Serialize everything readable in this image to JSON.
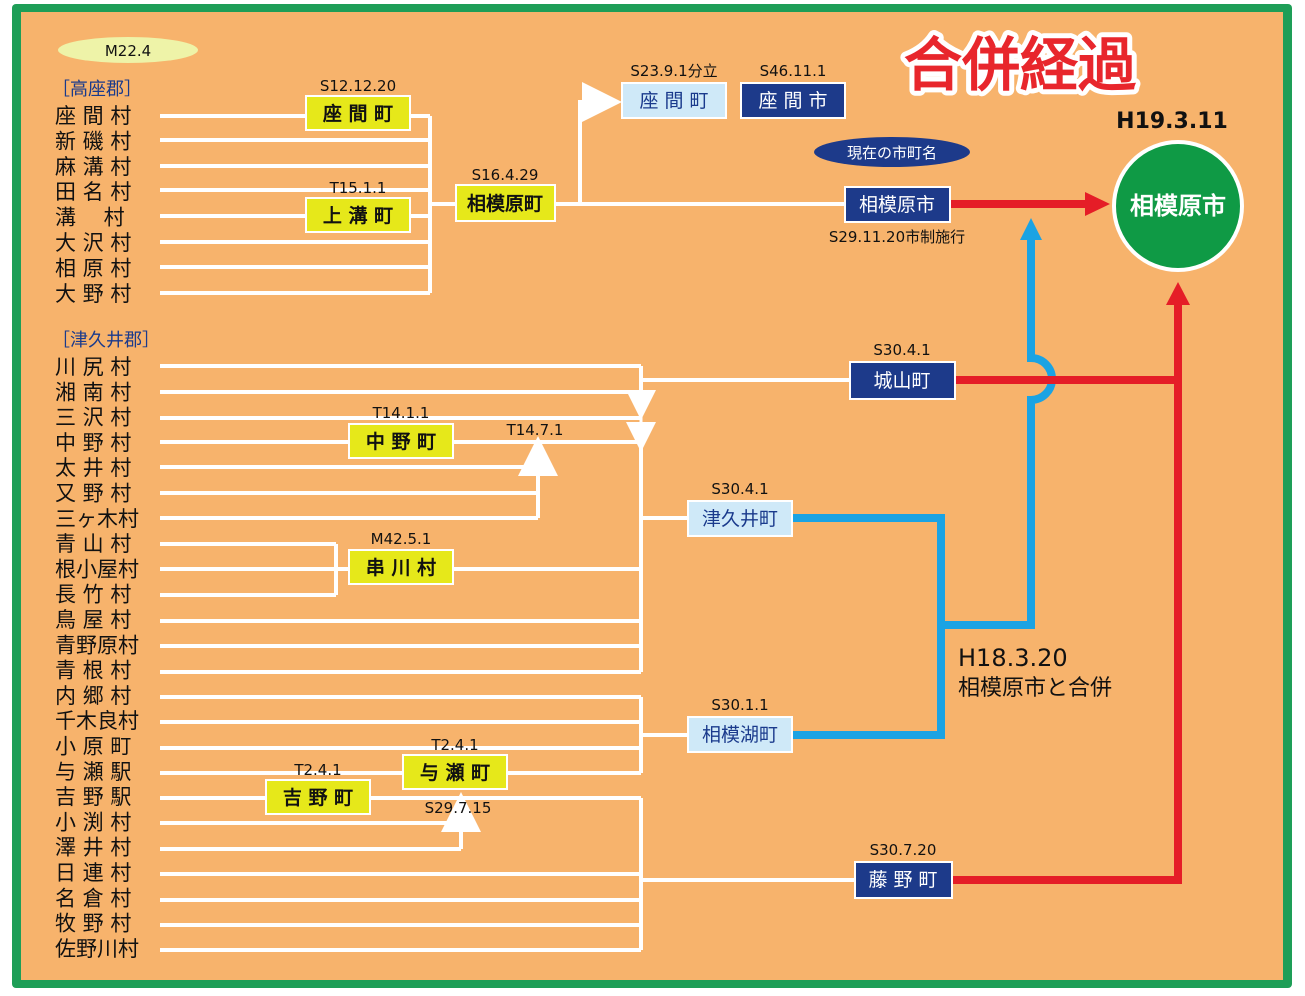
{
  "title": "合併経過",
  "pill_m22": "M22.4",
  "pill_current": "現在の市町名",
  "groups": {
    "koza_label": "［高座郡］",
    "tsukui_label": "［津久井郡］"
  },
  "koza_villages": [
    "座 間 村",
    "新 磯 村",
    "麻 溝 村",
    "田 名 村",
    "溝　 村",
    "大 沢 村",
    "相 原 村",
    "大 野 村"
  ],
  "tsukui_villages": [
    "川 尻 村",
    "湘 南 村",
    "三 沢 村",
    "中 野 村",
    "太 井 村",
    "又 野 村",
    "三ヶ木村",
    "青 山 村",
    "根小屋村",
    "長 竹 村",
    "鳥 屋 村",
    "青野原村",
    "青 根 村",
    "内 郷 村",
    "千木良村",
    "小 原 町",
    "与 瀬 駅",
    "吉 野 駅",
    "小 渕 村",
    "澤 井 村",
    "日 連 村",
    "名 倉 村",
    "牧 野 村",
    "佐野川村"
  ],
  "towns": {
    "zama_town": "座 間 町",
    "kamimizo": "上 溝 町",
    "sagamihara_town": "相模原町",
    "zama_town2": "座 間 町",
    "zama_city": "座 間 市",
    "sagamihara_city": "相模原市",
    "nakano": "中 野 町",
    "kushikawa": "串 川 村",
    "yose": "与 瀬 町",
    "yoshino": "吉 野 町",
    "shiroyama": "城山町",
    "tsukui": "津久井町",
    "sagamiko": "相模湖町",
    "fujino": "藤 野 町",
    "final_city": "相模原市"
  },
  "dates": {
    "s12": "S12.12.20",
    "t15": "T15.1.1",
    "s16": "S16.4.29",
    "s23": "S23.9.1分立",
    "s46": "S46.11.1",
    "s29": "S29.11.20市制施行",
    "h19": "H19.3.11",
    "s30_shiroyama": "S30.4.1",
    "t14_1": "T14.1.1",
    "t14_7": "T14.7.1",
    "s30_tsukui": "S30.4.1",
    "m42": "M42.5.1",
    "h18": "H18.3.20",
    "h18_note": "相模原市と合併",
    "s30_sagamiko": "S30.1.1",
    "t2_yose": "T2.4.1",
    "t2_yoshino": "T2.4.1",
    "s29_7": "S29.7.15",
    "s30_fujino": "S30.7.20"
  },
  "colors": {
    "background": "#f7b36c",
    "frame": "#1e9e57",
    "title": "#e8262c",
    "yellow_box": "#e6e81a",
    "navy_box": "#1d3a8a",
    "lightblue_box": "#cfe9f8",
    "red_line": "#e51d27",
    "blue_line": "#1ba3e3",
    "circle": "#0f9a45"
  }
}
